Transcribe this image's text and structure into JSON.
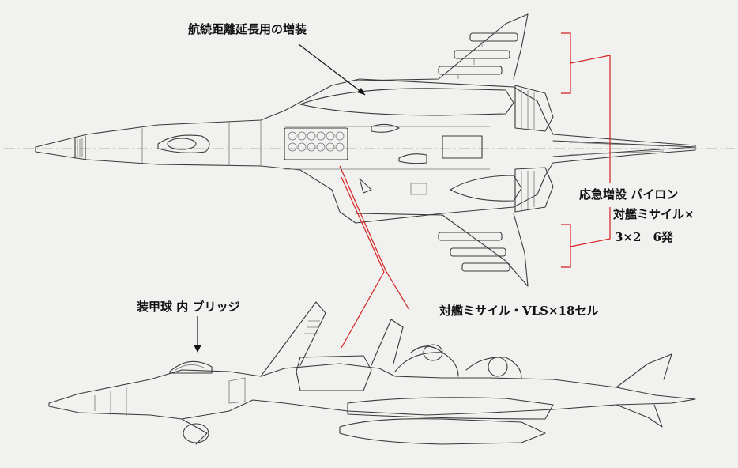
{
  "annotations": {
    "range_extension_tanks": "航続距離延長用の増装",
    "emergency_pylon_line1": "応急増設 パイロン",
    "emergency_pylon_line2": "対艦ミサイル×",
    "emergency_pylon_line3": "3×2　6発",
    "antiship_vls": "対艦ミサイル・VLS×18セル",
    "armored_sphere_bridge": "装甲球 内 ブリッジ"
  },
  "colors": {
    "paper": "#f1f1ef",
    "pencil": "#3a3a3a",
    "leader_lines": "#d42020"
  }
}
